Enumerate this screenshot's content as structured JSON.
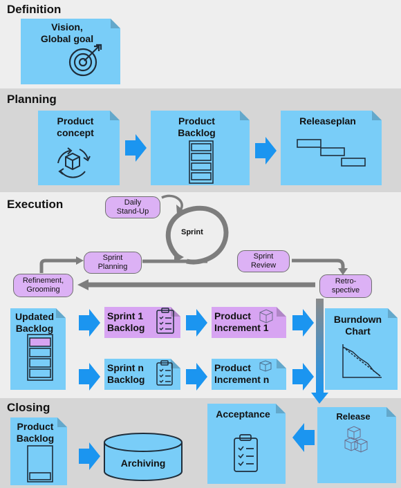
{
  "sections": {
    "definition": "Definition",
    "planning": "Planning",
    "execution": "Execution",
    "closing": "Closing"
  },
  "notes": {
    "vision": "Vision,\nGlobal goal",
    "product_concept": "Product\nconcept",
    "product_backlog": "Product\nBacklog",
    "releaseplan": "Releaseplan",
    "updated_backlog": "Updated\nBacklog",
    "sprint1_backlog": "Sprint 1\nBacklog",
    "sprintn_backlog": "Sprint n\nBacklog",
    "increment1": "Product\nIncrement 1",
    "incrementn": "Product\nIncrement n",
    "burndown": "Burndown\nChart",
    "release": "Release",
    "acceptance": "Acceptance",
    "closing_backlog": "Product\nBacklog",
    "archiving": "Archiving"
  },
  "cycle": {
    "daily": "Daily\nStand-Up",
    "sprint": "Sprint",
    "planning": "Sprint\nPlanning",
    "review": "Sprint\nReview",
    "refinement": "Refinement,\nGrooming",
    "retro": "Retro-\nspective"
  },
  "colors": {
    "note_blue": "#79cdf8",
    "note_purple": "#d7a4f2",
    "arrow_blue": "#1b95f0",
    "cycle_gray": "#7d7d7d",
    "band_light": "#eeeeee",
    "band_dark": "#d6d6d6"
  }
}
